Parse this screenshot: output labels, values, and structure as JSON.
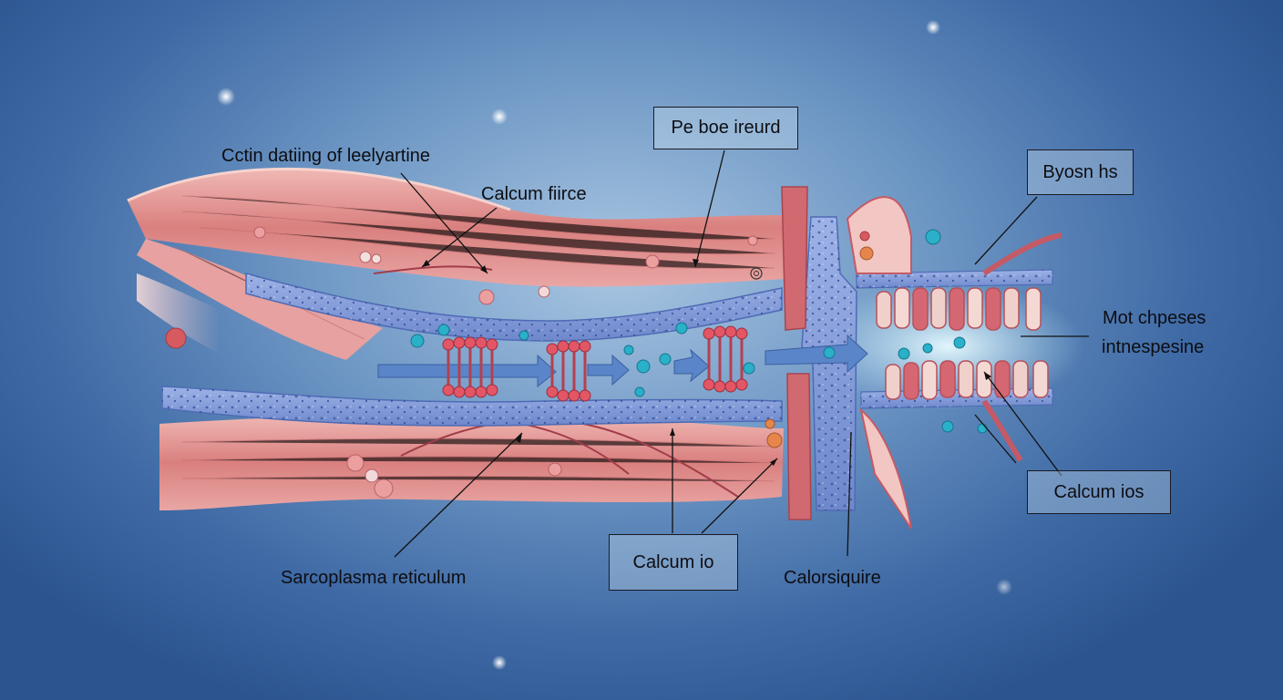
{
  "labels": {
    "actin": "Cctin  datiing of leelyartine",
    "calcium_force": "Calcum fiirce",
    "pe_boe": "Pe boe ireurd",
    "byosn": "Byosn hs",
    "mot_line1": "Mot chpeses",
    "mot_line2": "intnespesine",
    "calcium_ios": "Calcum ios",
    "calcium_io": "Calcum io",
    "calorsiquire": "Calorsiquire",
    "sarcoplasma": "Sarcoplasma  reticulum"
  },
  "colors": {
    "muscle": "#d98b8b",
    "muscle_dark": "#b85a62",
    "reticulum": "#7f9ad8",
    "reticulum_dark": "#4e6bb5",
    "ion_cyan": "#2ab0c8",
    "arrow": "#5a86c9"
  }
}
